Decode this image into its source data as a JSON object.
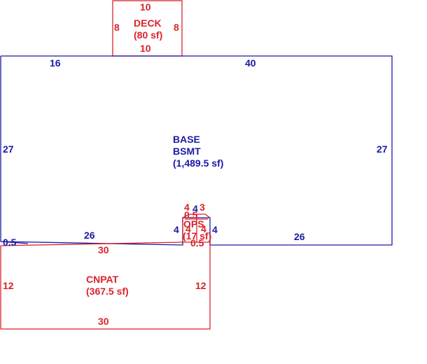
{
  "colors": {
    "base": "#1a1aa6",
    "addon": "#d9232a",
    "background": "#ffffff"
  },
  "areas": {
    "deck": {
      "code": "DECK",
      "area": "(80 sf)",
      "dims": {
        "top": "10",
        "bottom": "10",
        "left": "8",
        "right": "8"
      }
    },
    "base": {
      "code": "BASE",
      "name": "BSMT",
      "area": "(1,489.5 sf)",
      "dims": {
        "top_left": "16",
        "top_right": "40",
        "left": "27",
        "right": "27",
        "bottom_left": "26",
        "bottom_right": "26",
        "notch_left": "4",
        "notch_right": "4",
        "step": "0.5"
      }
    },
    "ops": {
      "code": "OPS",
      "area": "(17 sf)",
      "dims": {
        "top_a": "4",
        "top_b": "3",
        "top_blue": "4",
        "mid": "0.5",
        "inner_left": "4",
        "inner_right": "4",
        "bottom": "0.5"
      }
    },
    "cnpat": {
      "code": "CNPAT",
      "area": "(367.5 sf)",
      "dims": {
        "top": "30",
        "bottom": "30",
        "left": "12",
        "right": "12"
      }
    }
  }
}
